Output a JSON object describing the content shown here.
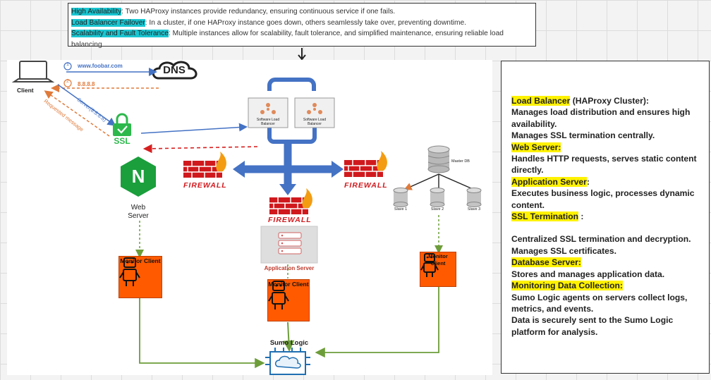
{
  "notes": [
    {
      "key": "High Availability",
      "text": ": Two HAProxy instances provide redundancy, ensuring continuous service if one fails."
    },
    {
      "key": "Load Balancer Failover",
      "text": ": In a cluster, if one HAProxy instance goes down, others seamlessly take over, preventing downtime."
    },
    {
      "key": "Scalability and Fault Tolerance",
      "text": ": Multiple instances allow for scalability, fault tolerance, and simplified maintenance, ensuring reliable load balancing"
    }
  ],
  "diagram": {
    "client": "Client",
    "step1": "1",
    "domain": "www.foobar.com",
    "dns": "DNS",
    "step2": "2",
    "ip": "8.8.8.8",
    "server_ip": "Server(8.8.8.8)",
    "requested": "Requested message",
    "ssl": "SSL",
    "slb1": "Software Load Balancer",
    "slb2": "Software Load Balancer",
    "firewall": "FIREWALL",
    "web_server": "Web Server",
    "nginx": "N",
    "app_server": "Application Server",
    "master_db": "Master DB",
    "slave1": "Slave 1",
    "slave2": "Slave 2",
    "slave3": "Slave 3",
    "monitor": "Monitor Client",
    "sumo": "Sumo Logic"
  },
  "info": [
    {
      "type": "hl",
      "text": "Load Balancer",
      "after": " (HAProxy Cluster):"
    },
    {
      "type": "p",
      "text": "Manages load distribution and ensures high availability."
    },
    {
      "type": "p",
      "text": "Manages SSL termination centrally."
    },
    {
      "type": "hl",
      "text": "Web Server:",
      "after": ""
    },
    {
      "type": "p",
      "text": "Handles HTTP requests, serves static content directly."
    },
    {
      "type": "hl",
      "text": "Application Server",
      "after": ":"
    },
    {
      "type": "p",
      "text": "Executes business logic, processes dynamic content."
    },
    {
      "type": "hl",
      "text": "SSL Termination",
      "after": " :"
    },
    {
      "type": "gap",
      "text": ""
    },
    {
      "type": "p",
      "text": "Centralized SSL termination and decryption."
    },
    {
      "type": "p",
      "text": "Manages SSL certificates."
    },
    {
      "type": "hl",
      "text": "Database Server:",
      "after": ""
    },
    {
      "type": "p",
      "text": "Stores and manages application data."
    },
    {
      "type": "hl",
      "text": "Monitoring Data Collection:",
      "after": ""
    },
    {
      "type": "p",
      "text": "Sumo Logic agents on servers collect logs, metrics, and events."
    },
    {
      "type": "p",
      "text": "Data is securely sent to the Sumo Logic platform for analysis."
    }
  ]
}
